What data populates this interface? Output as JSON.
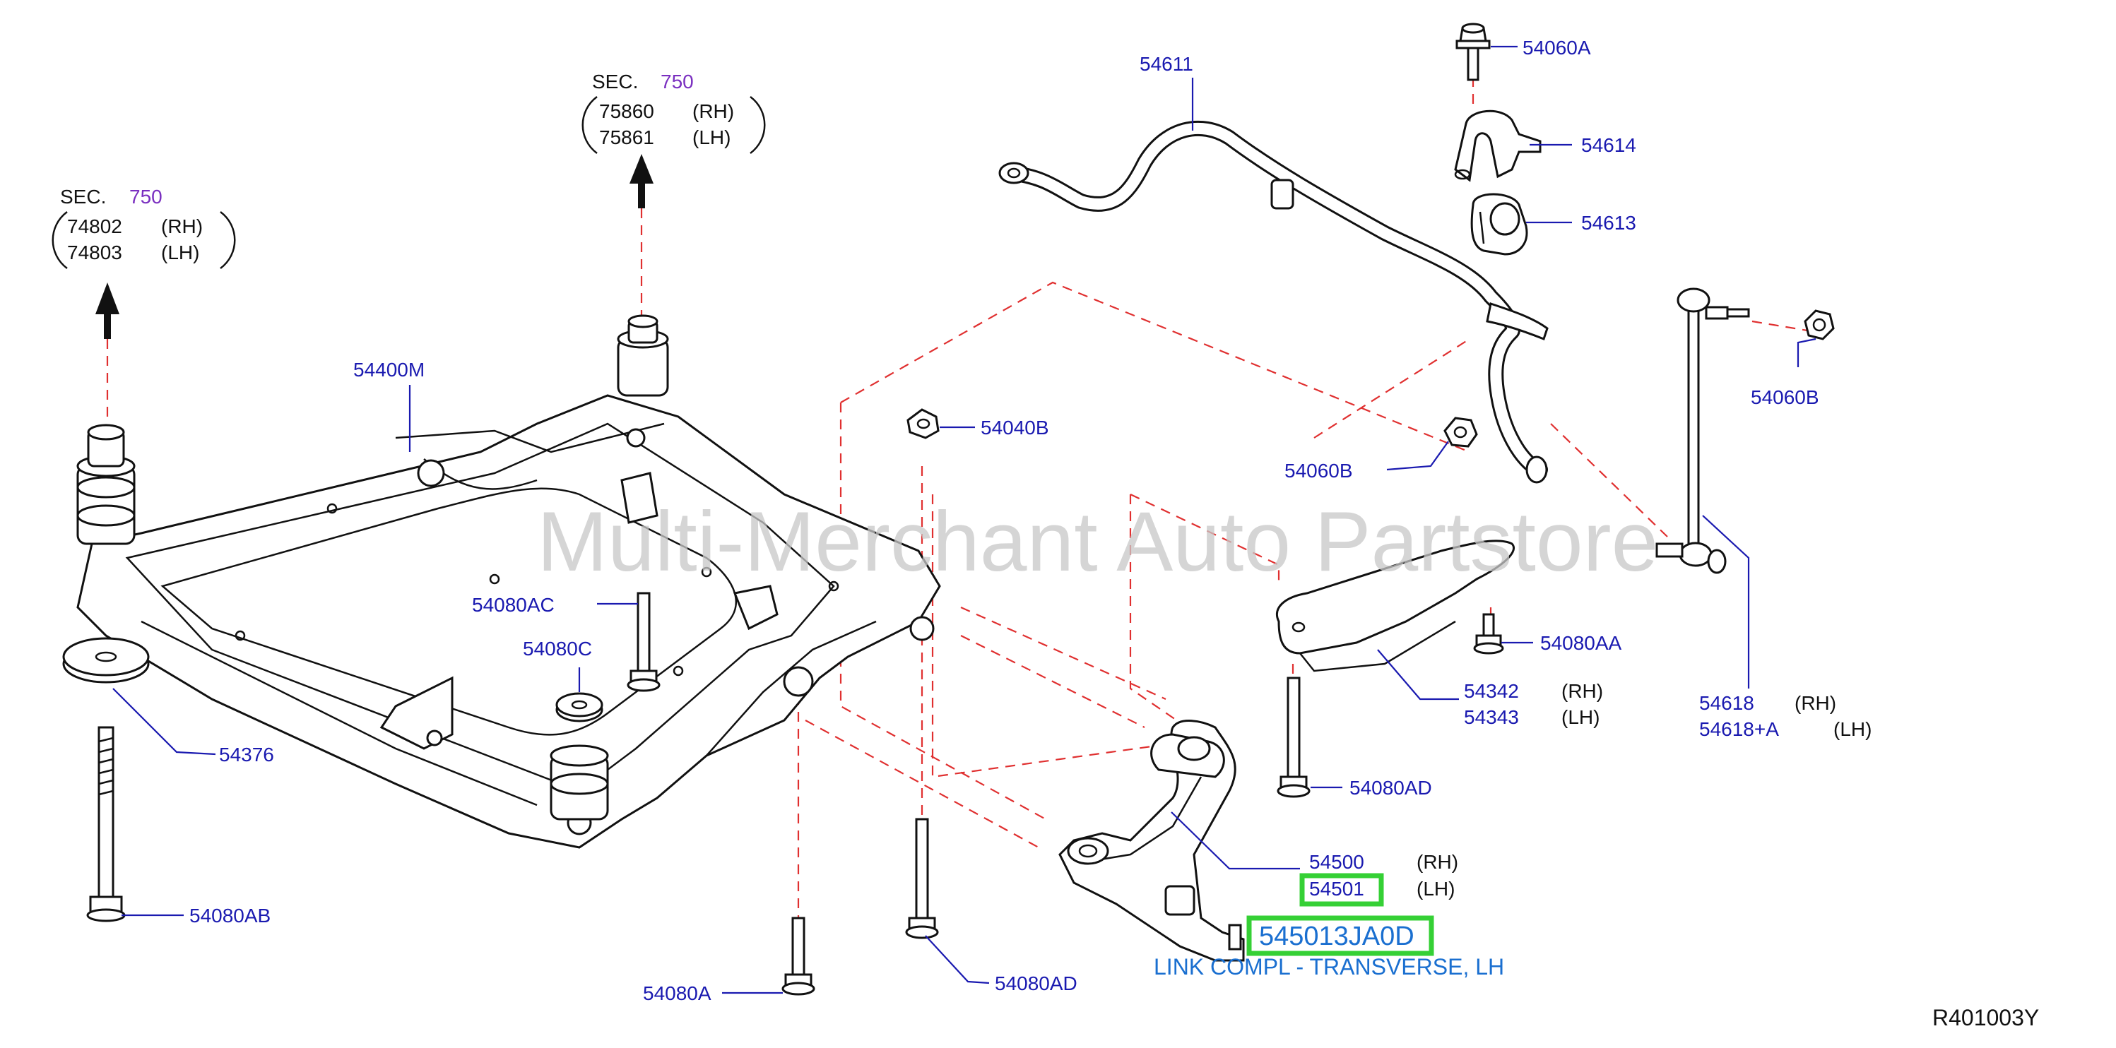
{
  "colors": {
    "label": "#1a1ab0",
    "section": "#7a2fc0",
    "dash": "#e03030",
    "highlight": "#35d035",
    "highlight_text": "#1a6fd0"
  },
  "sec_left": {
    "title": "SEC.",
    "num": "750",
    "rh_part": "74802",
    "rh": "(RH)",
    "lh_part": "74803",
    "lh": "(LH)"
  },
  "sec_right": {
    "title": "SEC.",
    "num": "750",
    "rh_part": "75860",
    "rh": "(RH)",
    "lh_part": "75861",
    "lh": "(LH)"
  },
  "labels": {
    "p54611": "54611",
    "p54060A": "54060A",
    "p54614": "54614",
    "p54613": "54613",
    "p54400M": "54400M",
    "p54040B": "54040B",
    "p54060B_mid": "54060B",
    "p54060B_right": "54060B",
    "p54080AC": "54080AC",
    "p54080C": "54080C",
    "p54080AA": "54080AA",
    "p54342": "54342",
    "p54343": "54343",
    "p54618": "54618",
    "p54618A": "54618+A",
    "p54376": "54376",
    "p54080AD_right": "54080AD",
    "p54500": "54500",
    "p54501": "54501",
    "p54080AB": "54080AB",
    "p54080AD_bottom": "54080AD",
    "p54080A": "54080A",
    "rh": "(RH)",
    "lh": "(LH)"
  },
  "highlight": {
    "part_number": "545013JA0D",
    "description": "LINK COMPL - TRANSVERSE, LH"
  },
  "watermark": "Multi-Merchant Auto Partstore",
  "diagram_code": "R401003Y"
}
